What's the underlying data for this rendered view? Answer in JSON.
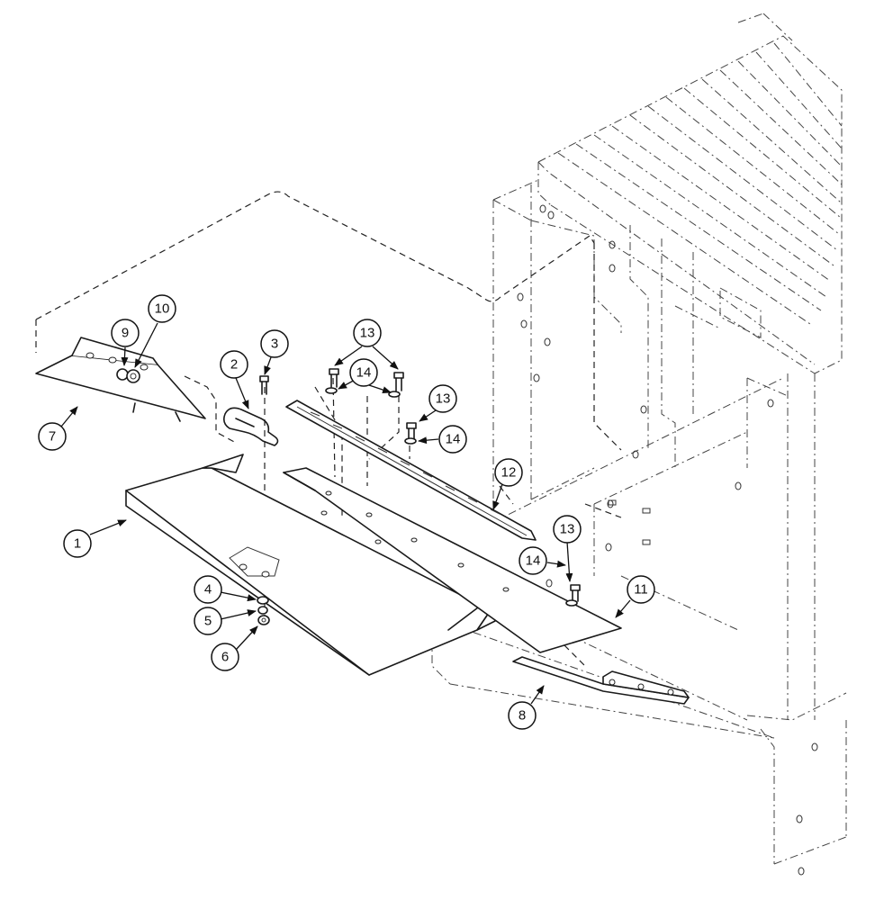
{
  "callouts": [
    {
      "id": "1",
      "label": "1"
    },
    {
      "id": "2",
      "label": "2"
    },
    {
      "id": "3",
      "label": "3"
    },
    {
      "id": "4",
      "label": "4"
    },
    {
      "id": "5",
      "label": "5"
    },
    {
      "id": "6",
      "label": "6"
    },
    {
      "id": "7",
      "label": "7"
    },
    {
      "id": "8",
      "label": "8"
    },
    {
      "id": "9",
      "label": "9"
    },
    {
      "id": "10",
      "label": "10"
    },
    {
      "id": "11",
      "label": "11"
    },
    {
      "id": "12",
      "label": "12"
    },
    {
      "id": "13a",
      "label": "13"
    },
    {
      "id": "13b",
      "label": "13"
    },
    {
      "id": "13c",
      "label": "13"
    },
    {
      "id": "14a",
      "label": "14"
    },
    {
      "id": "14b",
      "label": "14"
    },
    {
      "id": "14c",
      "label": "14"
    }
  ]
}
